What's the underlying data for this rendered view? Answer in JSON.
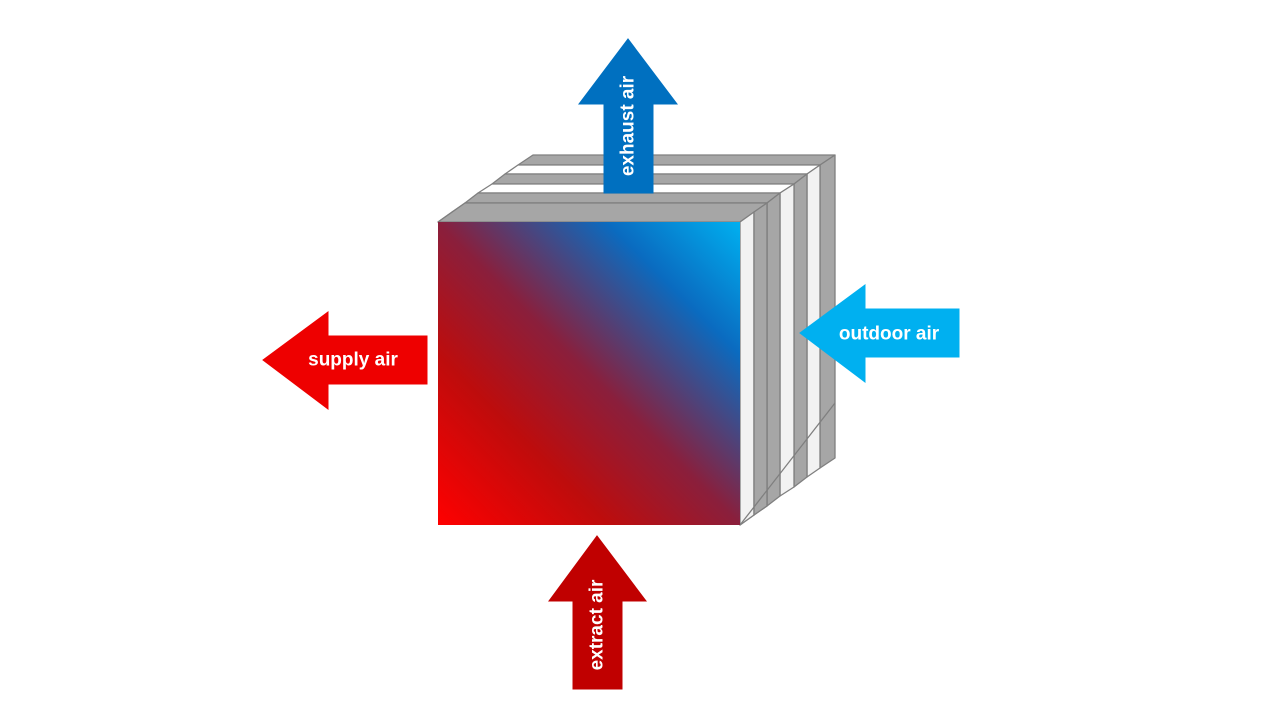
{
  "diagram": {
    "labels": {
      "exhaust": "exhaust air",
      "outdoor": "outdoor air",
      "supply": "supply air",
      "extract": "extract air"
    },
    "colors": {
      "exhaust_arrow": "#0070C0",
      "outdoor_arrow": "#00B0F0",
      "supply_arrow": "#EE0000",
      "extract_arrow": "#C00000",
      "plate_top": "#A6A6A6",
      "plate_side_light": "#F2F2F2",
      "plate_side_dark": "#A6A6A6",
      "outline": "#7F7F7F",
      "gradient_start": "#FF0000",
      "gradient_mid_red": "#BE0C0C",
      "gradient_mid": "#8A1F3C",
      "gradient_mid_blue": "#0A6BC0",
      "gradient_end": "#00B0F0"
    }
  }
}
